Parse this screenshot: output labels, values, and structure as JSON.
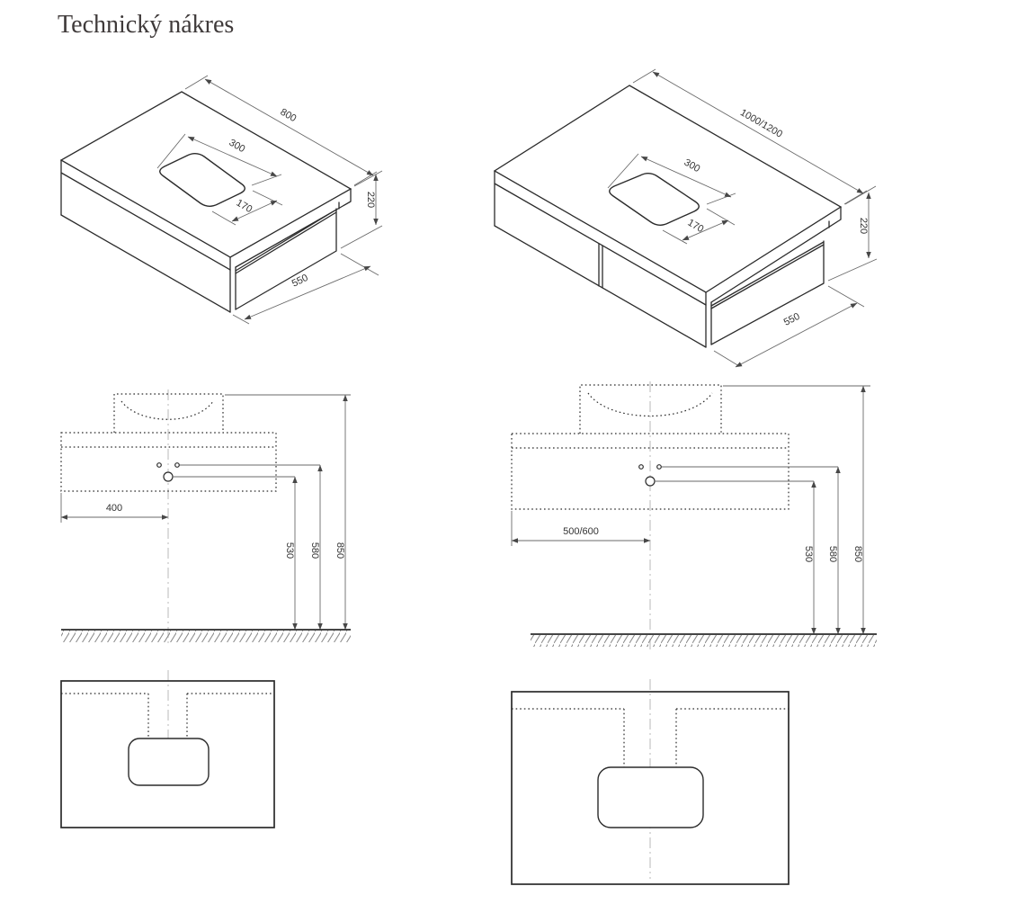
{
  "page": {
    "title": "Technický nákres"
  },
  "colors": {
    "line": "#2b2b2b",
    "dim": "#6a6a6a",
    "centerline": "#c9c9c9",
    "hatch": "#8a8a8a",
    "text": "#333333",
    "title": "#3f3a3a",
    "background": "#ffffff"
  },
  "views": {
    "iso_small": {
      "name": "isometric-cabinet-800",
      "dims": {
        "width": "800",
        "cutout_width": "300",
        "cutout_depth": "170",
        "height": "220",
        "depth": "550"
      }
    },
    "iso_large": {
      "name": "isometric-cabinet-1000-1200",
      "dims": {
        "width": "1000/1200",
        "cutout_width": "300",
        "cutout_depth": "170",
        "height": "220",
        "depth": "550"
      }
    },
    "front_small": {
      "name": "front-view-800",
      "dims": {
        "drain_offset": "400",
        "drain_height": "530",
        "supply_height": "580",
        "top_height": "850"
      }
    },
    "front_large": {
      "name": "front-view-1000-1200",
      "dims": {
        "drain_offset": "500/600",
        "drain_height": "530",
        "supply_height": "580",
        "top_height": "850"
      }
    }
  }
}
